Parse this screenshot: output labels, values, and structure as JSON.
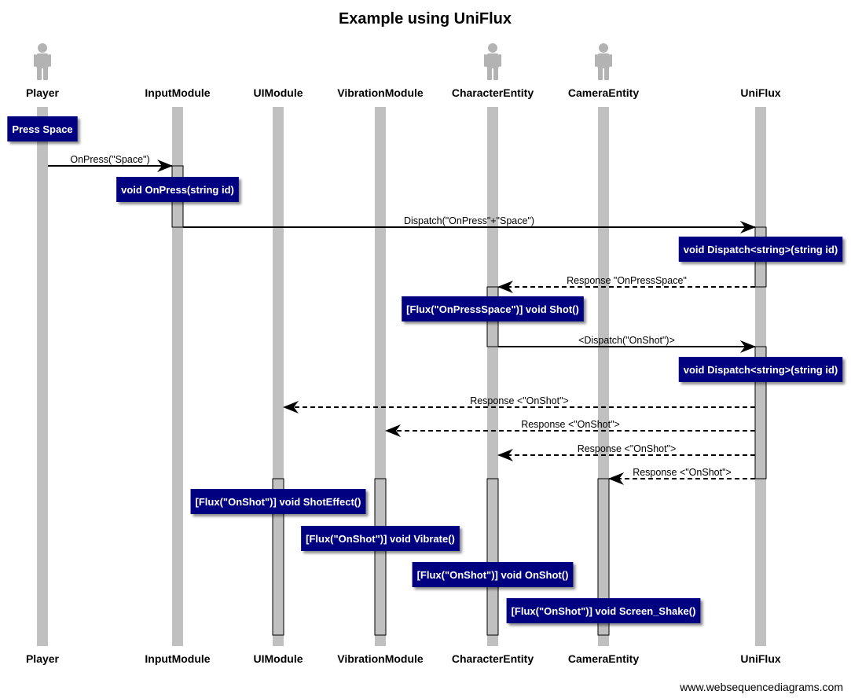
{
  "title": "Example using UniFlux",
  "footer": "www.websequencediagrams.com",
  "colors": {
    "lifeline": "#c0c0c0",
    "activation": "#c0c0c0",
    "note_fill": "#000080",
    "note_text": "#ffffff",
    "actor_icon": "#b3b3b3",
    "arrow": "#000000"
  },
  "participants": [
    {
      "id": "player",
      "label": "Player",
      "figure": true
    },
    {
      "id": "input",
      "label": "InputModule",
      "figure": false
    },
    {
      "id": "ui",
      "label": "UIModule",
      "figure": false
    },
    {
      "id": "vibration",
      "label": "VibrationModule",
      "figure": false
    },
    {
      "id": "character",
      "label": "CharacterEntity",
      "figure": true
    },
    {
      "id": "camera",
      "label": "CameraEntity",
      "figure": true
    },
    {
      "id": "uniflux",
      "label": "UniFlux",
      "figure": false
    }
  ],
  "messages": [
    {
      "from": "player",
      "to": "input",
      "label": "OnPress(\"Space\")",
      "style": "solid"
    },
    {
      "from": "input",
      "to": "uniflux",
      "label": "Dispatch(\"OnPress\"+\"Space\")",
      "style": "solid"
    },
    {
      "from": "uniflux",
      "to": "character",
      "label": "Response \"OnPressSpace\"",
      "style": "dashed"
    },
    {
      "from": "character",
      "to": "uniflux",
      "label": "<Dispatch(\"OnShot\")>",
      "style": "solid"
    },
    {
      "from": "uniflux",
      "to": "ui",
      "label": "Response <\"OnShot\">",
      "style": "dashed"
    },
    {
      "from": "uniflux",
      "to": "vibration",
      "label": "Response <\"OnShot\">",
      "style": "dashed"
    },
    {
      "from": "uniflux",
      "to": "character",
      "label": "Response <\"OnShot\">",
      "style": "dashed"
    },
    {
      "from": "uniflux",
      "to": "camera",
      "label": "Response <\"OnShot\">",
      "style": "dashed"
    }
  ],
  "notes": [
    {
      "over": "player",
      "text": "Press Space"
    },
    {
      "over": "input",
      "text": "void OnPress(string id)"
    },
    {
      "over": "uniflux",
      "text": "void Dispatch<string>(string id)"
    },
    {
      "over": "character",
      "text": "[Flux(\"OnPressSpace\")] void Shot()"
    },
    {
      "over": "uniflux",
      "text": "void Dispatch<string>(string id)"
    },
    {
      "over": "ui",
      "text": "[Flux(\"OnShot\")] void ShotEffect()"
    },
    {
      "over": "vibration",
      "text": "[Flux(\"OnShot\")] void Vibrate()"
    },
    {
      "over": "character",
      "text": "[Flux(\"OnShot\")] void OnShot()"
    },
    {
      "over": "camera",
      "text": "[Flux(\"OnShot\")] void Screen_Shake()"
    }
  ]
}
